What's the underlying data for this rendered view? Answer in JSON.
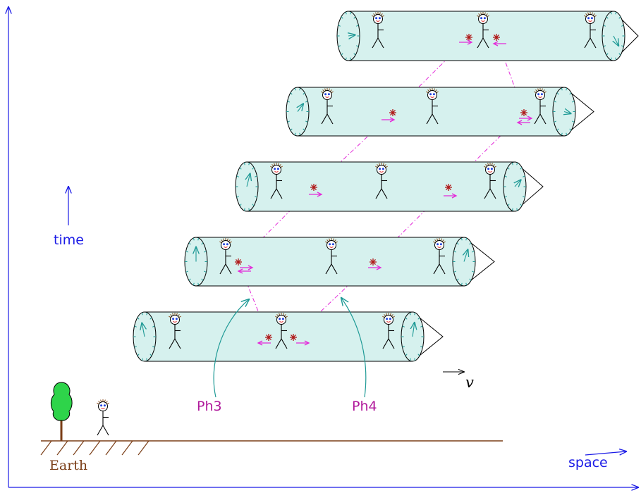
{
  "axes": {
    "time_label": "time",
    "space_label": "space"
  },
  "velocity_label": "v",
  "ground_label": "Earth",
  "callouts": [
    {
      "label": "Ph3"
    },
    {
      "label": "Ph4"
    }
  ],
  "colors": {
    "axis": "#1a1ae6",
    "ship_fill": "#d6f1ee",
    "ship_accent": "#1f9a96",
    "photon_path": "#e32bd9",
    "emitter": "#b01818",
    "ground": "#7a3d16",
    "tree": "#2ed44a"
  }
}
